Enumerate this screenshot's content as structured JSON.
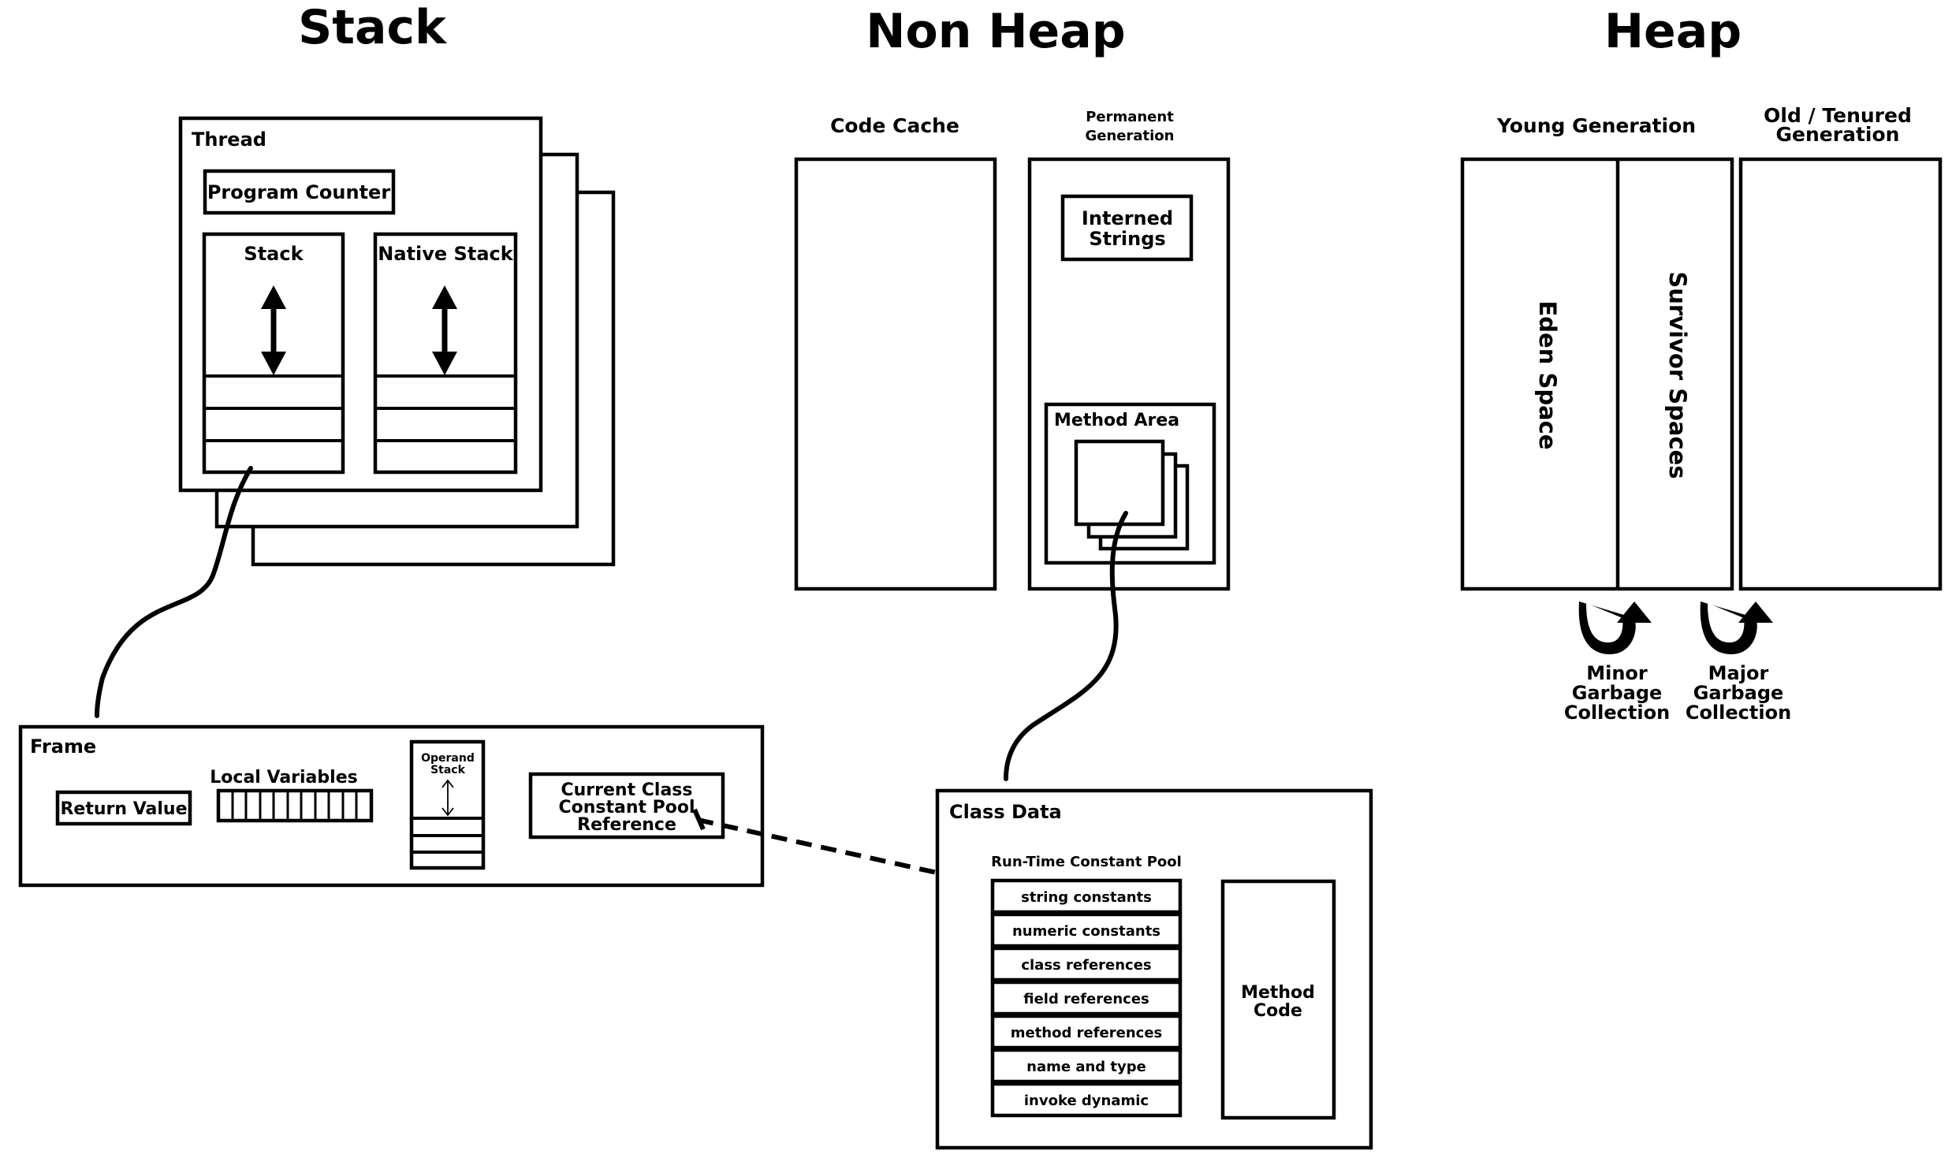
{
  "sections": {
    "stack": "Stack",
    "non_heap": "Non Heap",
    "heap": "Heap"
  },
  "thread": {
    "title": "Thread",
    "program_counter": "Program Counter",
    "stack": "Stack",
    "native_stack": "Native Stack"
  },
  "frame": {
    "title": "Frame",
    "return_value": "Return Value",
    "local_variables": "Local Variables",
    "operand_stack_line1": "Operand",
    "operand_stack_line2": "Stack",
    "ccp_line1": "Current Class",
    "ccp_line2": "Constant Pool",
    "ccp_line3": "Reference"
  },
  "non_heap": {
    "code_cache": "Code Cache",
    "perm_line1": "Permanent",
    "perm_line2": "Generation",
    "interned_line1": "Interned",
    "interned_line2": "Strings",
    "method_area": "Method Area"
  },
  "class_data": {
    "title": "Class Data",
    "rtcp_title": "Run-Time Constant Pool",
    "pool_items": [
      "string constants",
      "numeric constants",
      "class references",
      "field references",
      "method references",
      "name and type",
      "invoke dynamic"
    ],
    "method_code_line1": "Method",
    "method_code_line2": "Code"
  },
  "heap": {
    "young_generation": "Young Generation",
    "old_line1": "Old / Tenured",
    "old_line2": "Generation",
    "eden_space": "Eden Space",
    "survivor_spaces": "Survivor Spaces",
    "minor_gc": [
      "Minor",
      "Garbage",
      "Collection"
    ],
    "major_gc": [
      "Major",
      "Garbage",
      "Collection"
    ]
  }
}
